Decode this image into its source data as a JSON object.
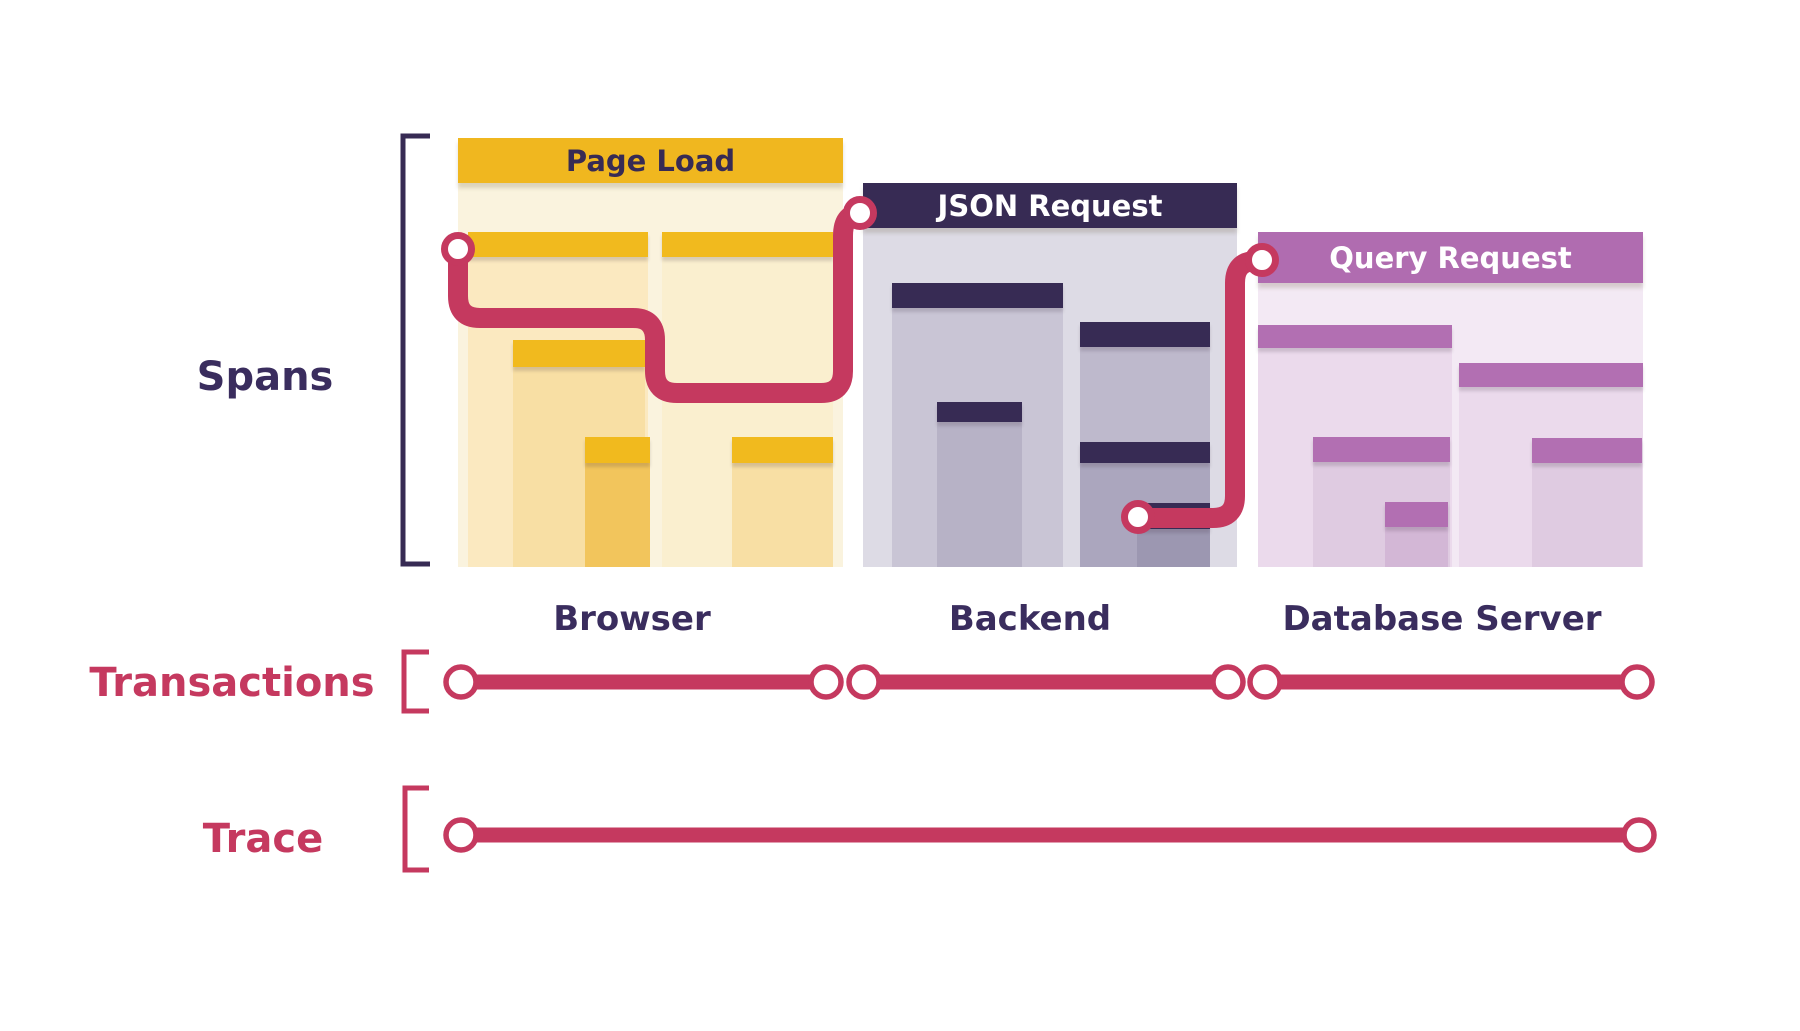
{
  "diagram": {
    "row_labels": {
      "spans": "Spans",
      "transactions": "Transactions",
      "trace": "Trace"
    },
    "transactions_cards": [
      {
        "title": "Page Load",
        "service": "Browser",
        "theme": "yellow"
      },
      {
        "title": "JSON Request",
        "service": "Backend",
        "theme": "navy"
      },
      {
        "title": "Query Request",
        "service": "Database Server",
        "theme": "purple"
      }
    ],
    "colors": {
      "accent_red": "#C5395F",
      "navy": "#372B54",
      "gold": "#F0B71F",
      "purple": "#B06CB0",
      "label_text": "#3A2D5E",
      "background": "#FFFFFF"
    }
  }
}
